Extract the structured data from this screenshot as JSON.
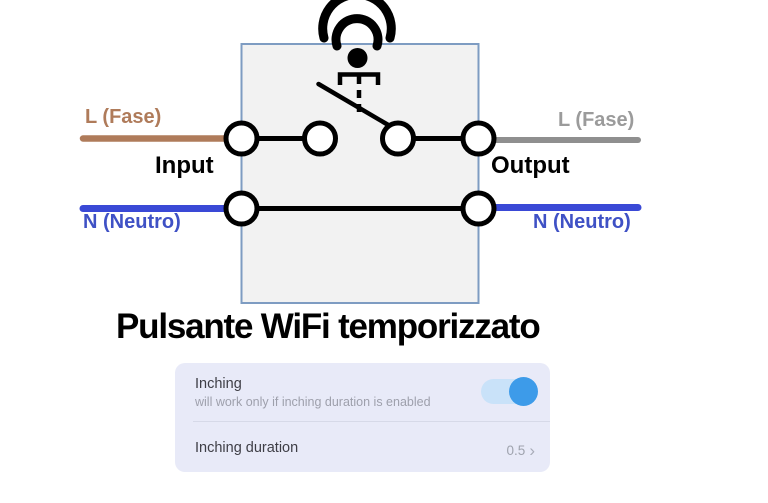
{
  "diagram": {
    "title": "Pulsante WiFi temporizzato",
    "input_side": {
      "live_label": "L (Fase)",
      "neutral_label": "N (Neutro)",
      "side_label": "Input"
    },
    "output_side": {
      "live_label": "L (Fase)",
      "neutral_label": "N (Neutro)",
      "side_label": "Output"
    },
    "icons": {
      "wifi": "wifi-icon",
      "actuator": "push-button-actuator-icon",
      "switch": "open-switch-lever"
    },
    "colors": {
      "live_in_wire": "#AF7B5A",
      "live_out_wire": "#8F8F8F",
      "live_out_label": "#9B9B9B",
      "neutral_wire": "#3A49D6",
      "neutral_label": "#3F51C5",
      "conductor": "#000000",
      "box_fill": "#F2F2F2",
      "box_border": "#7E9CC2"
    }
  },
  "settings_card": {
    "rows": [
      {
        "label": "Inching",
        "description": "will work only if inching duration is enabled",
        "type": "toggle",
        "state": "on"
      },
      {
        "label": "Inching duration",
        "value": "0.5",
        "chevron": "›",
        "type": "nav"
      }
    ],
    "colors": {
      "card_bg": "#E8EAF8",
      "toggle_track": "#C9E2F9",
      "toggle_knob": "#3D9BE9",
      "divider": "#D6D9E8",
      "label": "#3E3E46",
      "secondary": "#9EA0AC"
    }
  }
}
